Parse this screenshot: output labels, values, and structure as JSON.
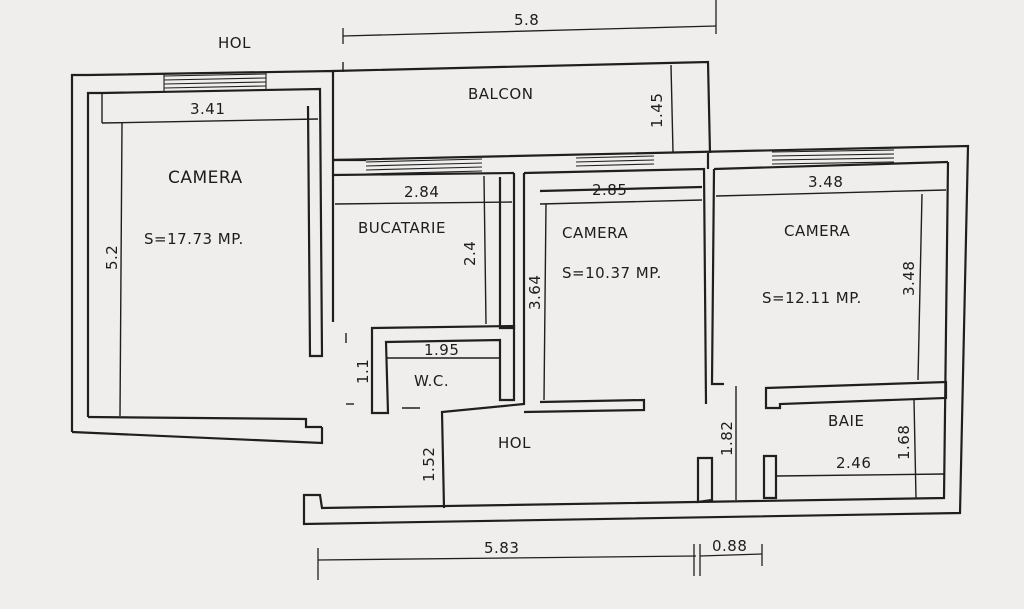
{
  "rooms": {
    "hol_top": "HOL",
    "balcon": "BALCON",
    "camera1": {
      "name": "CAMERA",
      "area": "S=17.73  MP."
    },
    "bucatarie": "BUCATARIE",
    "camera2": {
      "name": "CAMERA",
      "area": "S=10.37  MP."
    },
    "camera3": {
      "name": "CAMERA",
      "area": "S=12.11  MP."
    },
    "wc": "W.C.",
    "hol_bottom": "HOL",
    "baie": "BAIE"
  },
  "dimensions": {
    "top_overall": "5.8",
    "camera1_width": "3.41",
    "camera1_height": "5.2",
    "balcon_depth": "1.45",
    "bucatarie_width": "2.84",
    "bucatarie_height": "2.4",
    "camera2_width": "2.85",
    "camera2_height": "3.64",
    "camera3_width": "3.48",
    "camera3_height": "3.48",
    "wc_width": "1.95",
    "wc_height": "1.1",
    "hol_height": "1.52",
    "passage_height": "1.82",
    "baie_width": "2.46",
    "baie_height": "1.68",
    "bottom_left": "5.83",
    "bottom_right": "0.88"
  }
}
